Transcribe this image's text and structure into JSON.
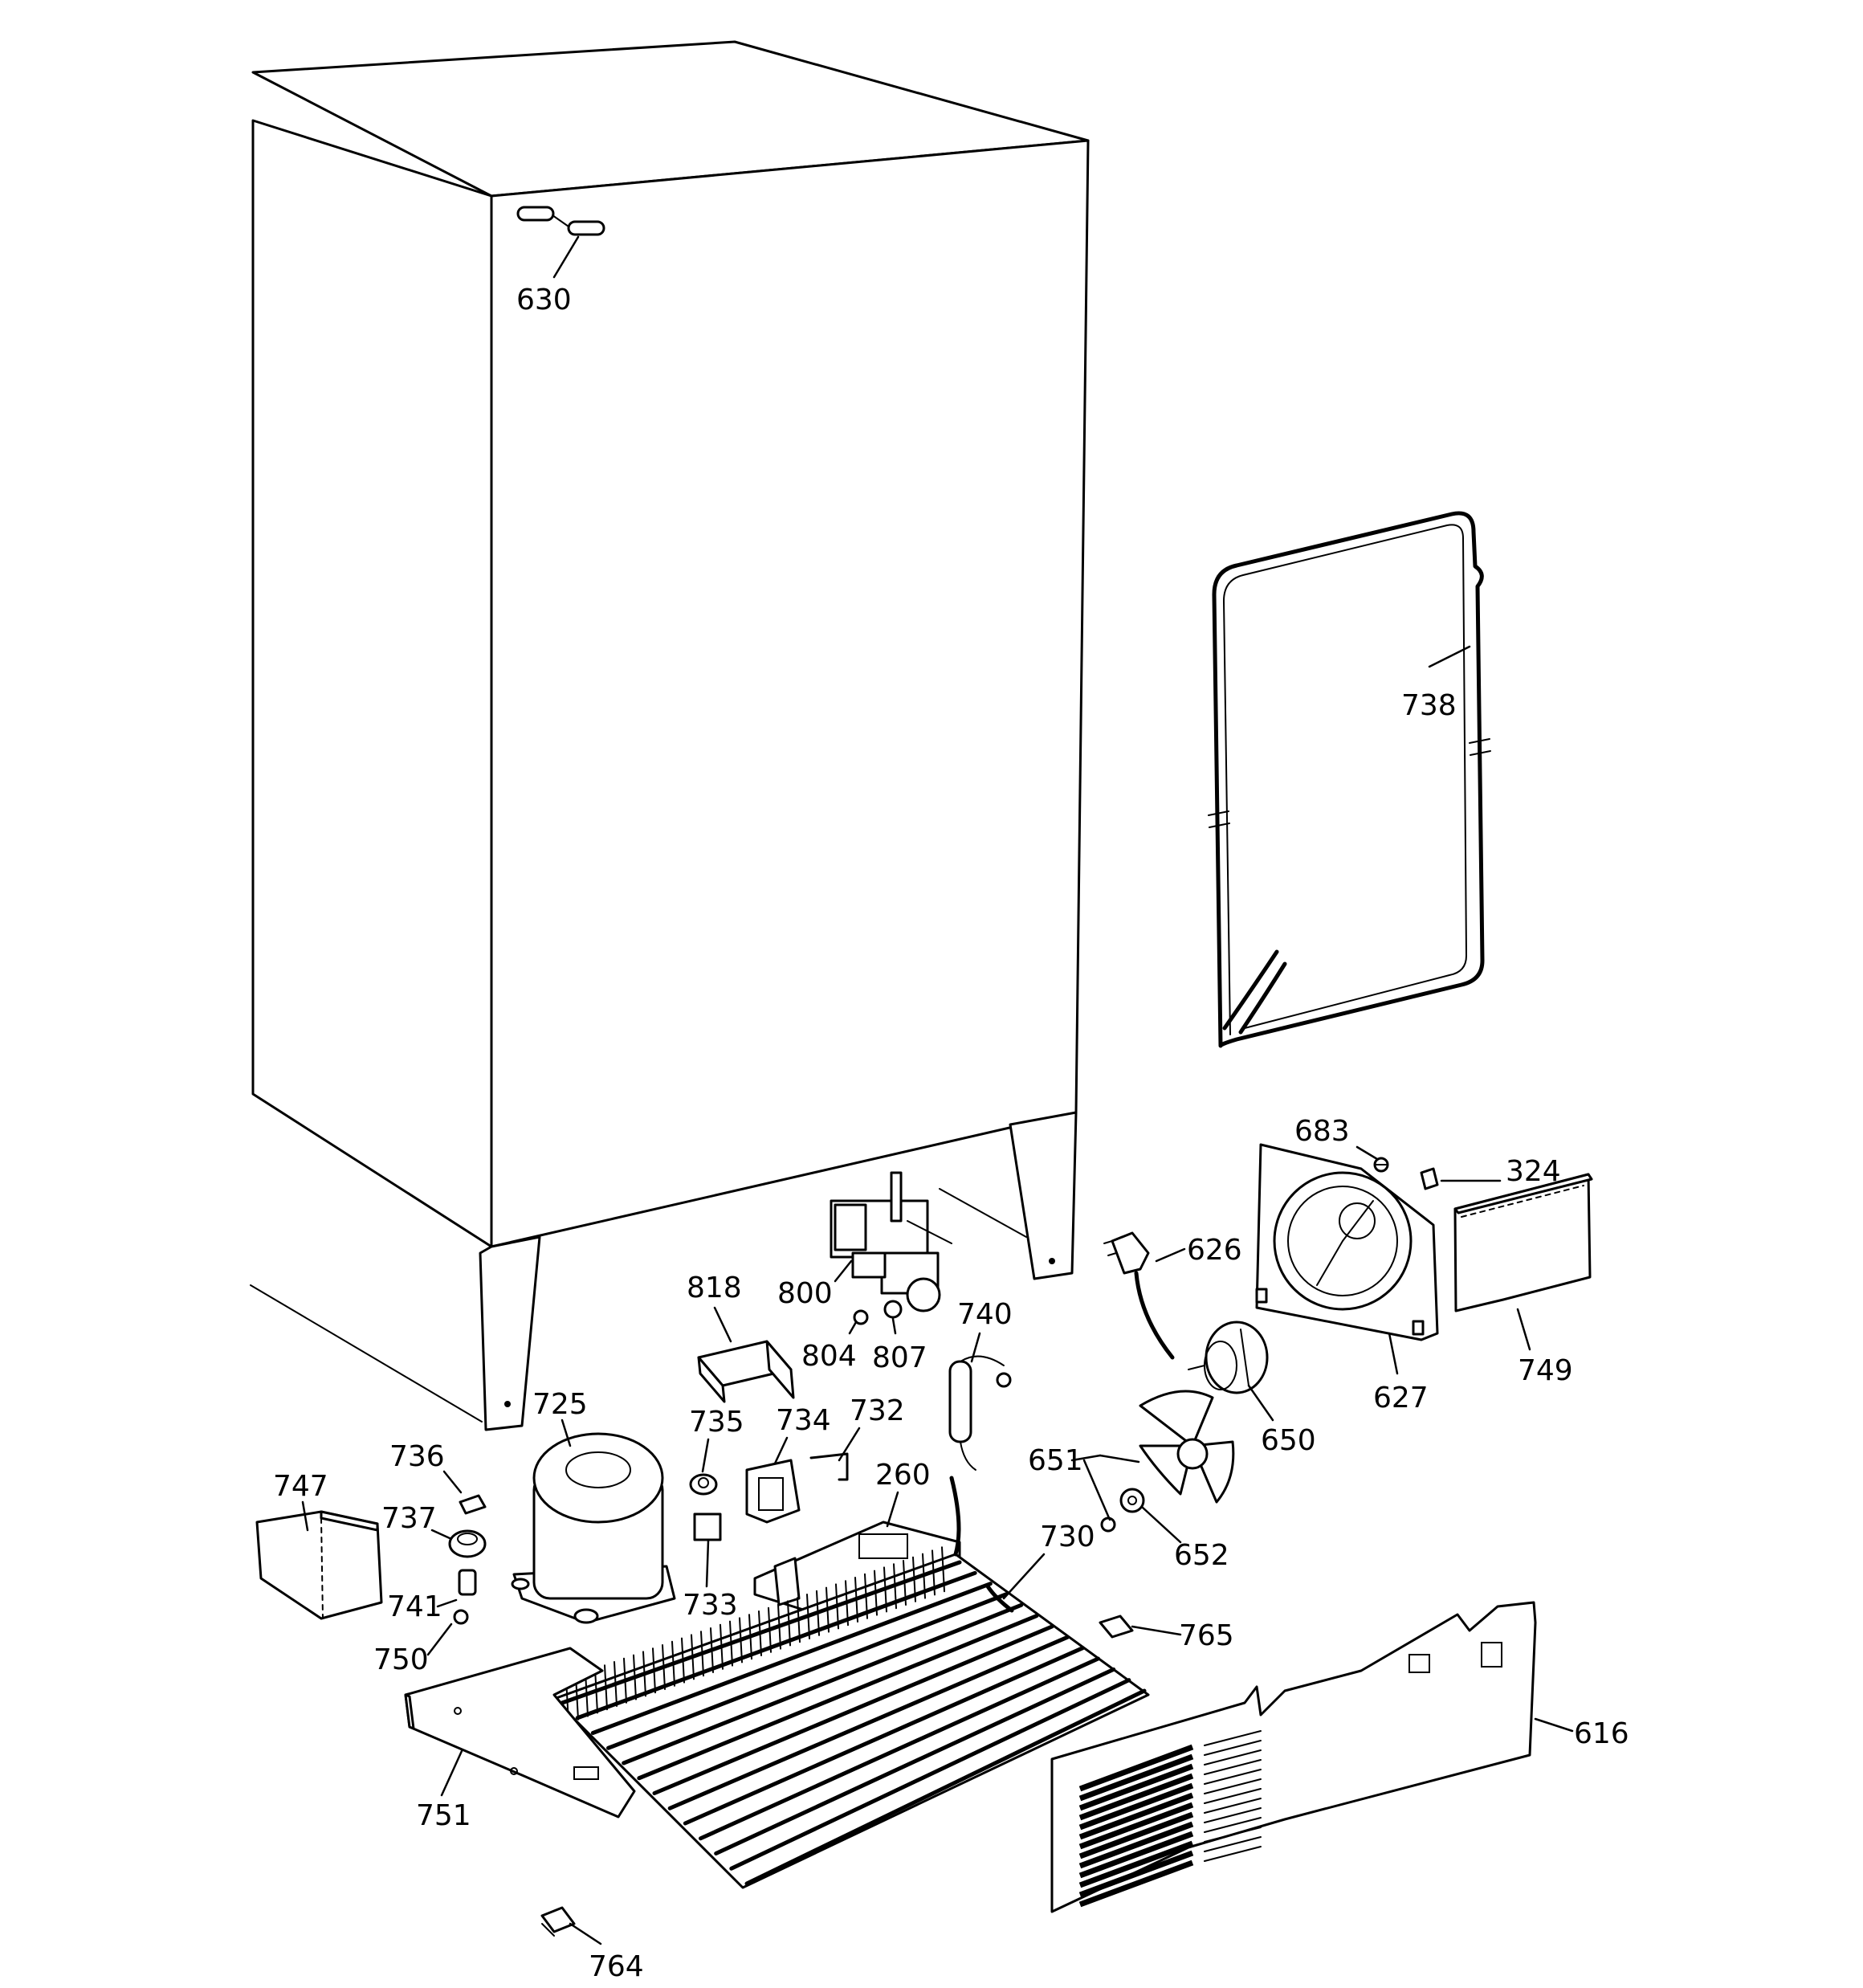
{
  "colors": {
    "line": "#000000",
    "background": "#ffffff"
  },
  "callouts": {
    "p630": "630",
    "p738": "738",
    "p683": "683",
    "p324": "324",
    "p626": "626",
    "p818": "818",
    "p800": "800",
    "p740": "740",
    "p804": "804",
    "p807": "807",
    "p749": "749",
    "p627": "627",
    "p725": "725",
    "p735": "735",
    "p734": "734",
    "p732": "732",
    "p650": "650",
    "p736": "736",
    "p747": "747",
    "p260": "260",
    "p651": "651",
    "p737": "737",
    "p730": "730",
    "p652": "652",
    "p733": "733",
    "p741": "741",
    "p765": "765",
    "p750": "750",
    "p616": "616",
    "p751": "751",
    "p764": "764"
  }
}
